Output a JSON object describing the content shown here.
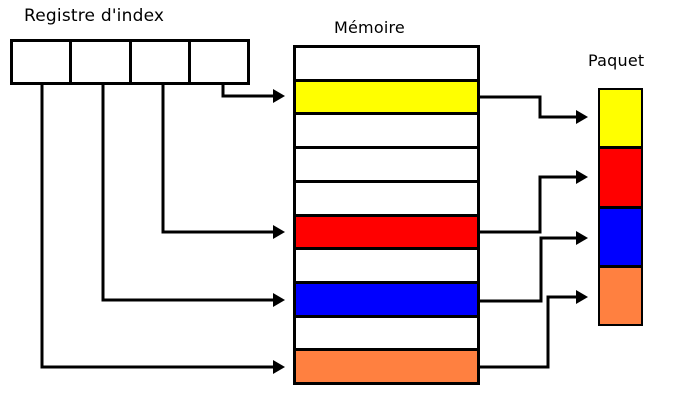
{
  "diagram": {
    "register": {
      "label": "Registre d'index",
      "cell_count": 4,
      "cells": [
        "",
        "",
        "",
        ""
      ]
    },
    "memory": {
      "label": "Mémoire",
      "row_count": 10,
      "rows": [
        "white",
        "yellow",
        "white",
        "white",
        "white",
        "red",
        "white",
        "blue",
        "white",
        "orange"
      ]
    },
    "packet": {
      "label": "Paquet",
      "cell_count": 4,
      "cells": [
        "yellow",
        "red",
        "blue",
        "orange"
      ]
    },
    "mappings": [
      {
        "register_cell": 4,
        "memory_row": 2,
        "packet_cell": 1,
        "color": "yellow"
      },
      {
        "register_cell": 3,
        "memory_row": 6,
        "packet_cell": 2,
        "color": "red"
      },
      {
        "register_cell": 2,
        "memory_row": 8,
        "packet_cell": 3,
        "color": "blue"
      },
      {
        "register_cell": 1,
        "memory_row": 10,
        "packet_cell": 4,
        "color": "orange"
      }
    ],
    "colors": {
      "yellow": "#FFFF00",
      "red": "#FF0000",
      "blue": "#0000FF",
      "orange": "#FF8040",
      "white": "#FFFFFF",
      "line": "#000000",
      "background": "#FFFFFF"
    }
  }
}
